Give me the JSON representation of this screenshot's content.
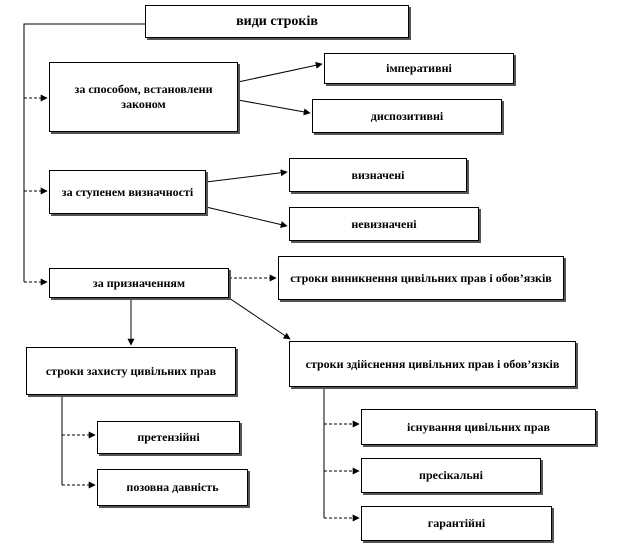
{
  "diagram": {
    "root": "види строків",
    "by_law": {
      "label": "за способом, встановлени законом",
      "children": [
        "імперативні",
        "диспозитивні"
      ]
    },
    "by_certainty": {
      "label": "за ступенем визначності",
      "children": [
        "визначені",
        "невизначені"
      ]
    },
    "by_purpose": {
      "label": "за призначенням",
      "children": {
        "emergence": "строки виникнення цивільних прав і обов’язків",
        "protection": {
          "label": "строки захисту цивільних прав",
          "children": [
            "претензійні",
            "позовна давність"
          ]
        },
        "exercise": {
          "label": "строки здійснення цивільних прав і обов’язків",
          "children": [
            "існування цивільних прав",
            "пресікальні",
            "гарантійні"
          ]
        }
      }
    }
  }
}
